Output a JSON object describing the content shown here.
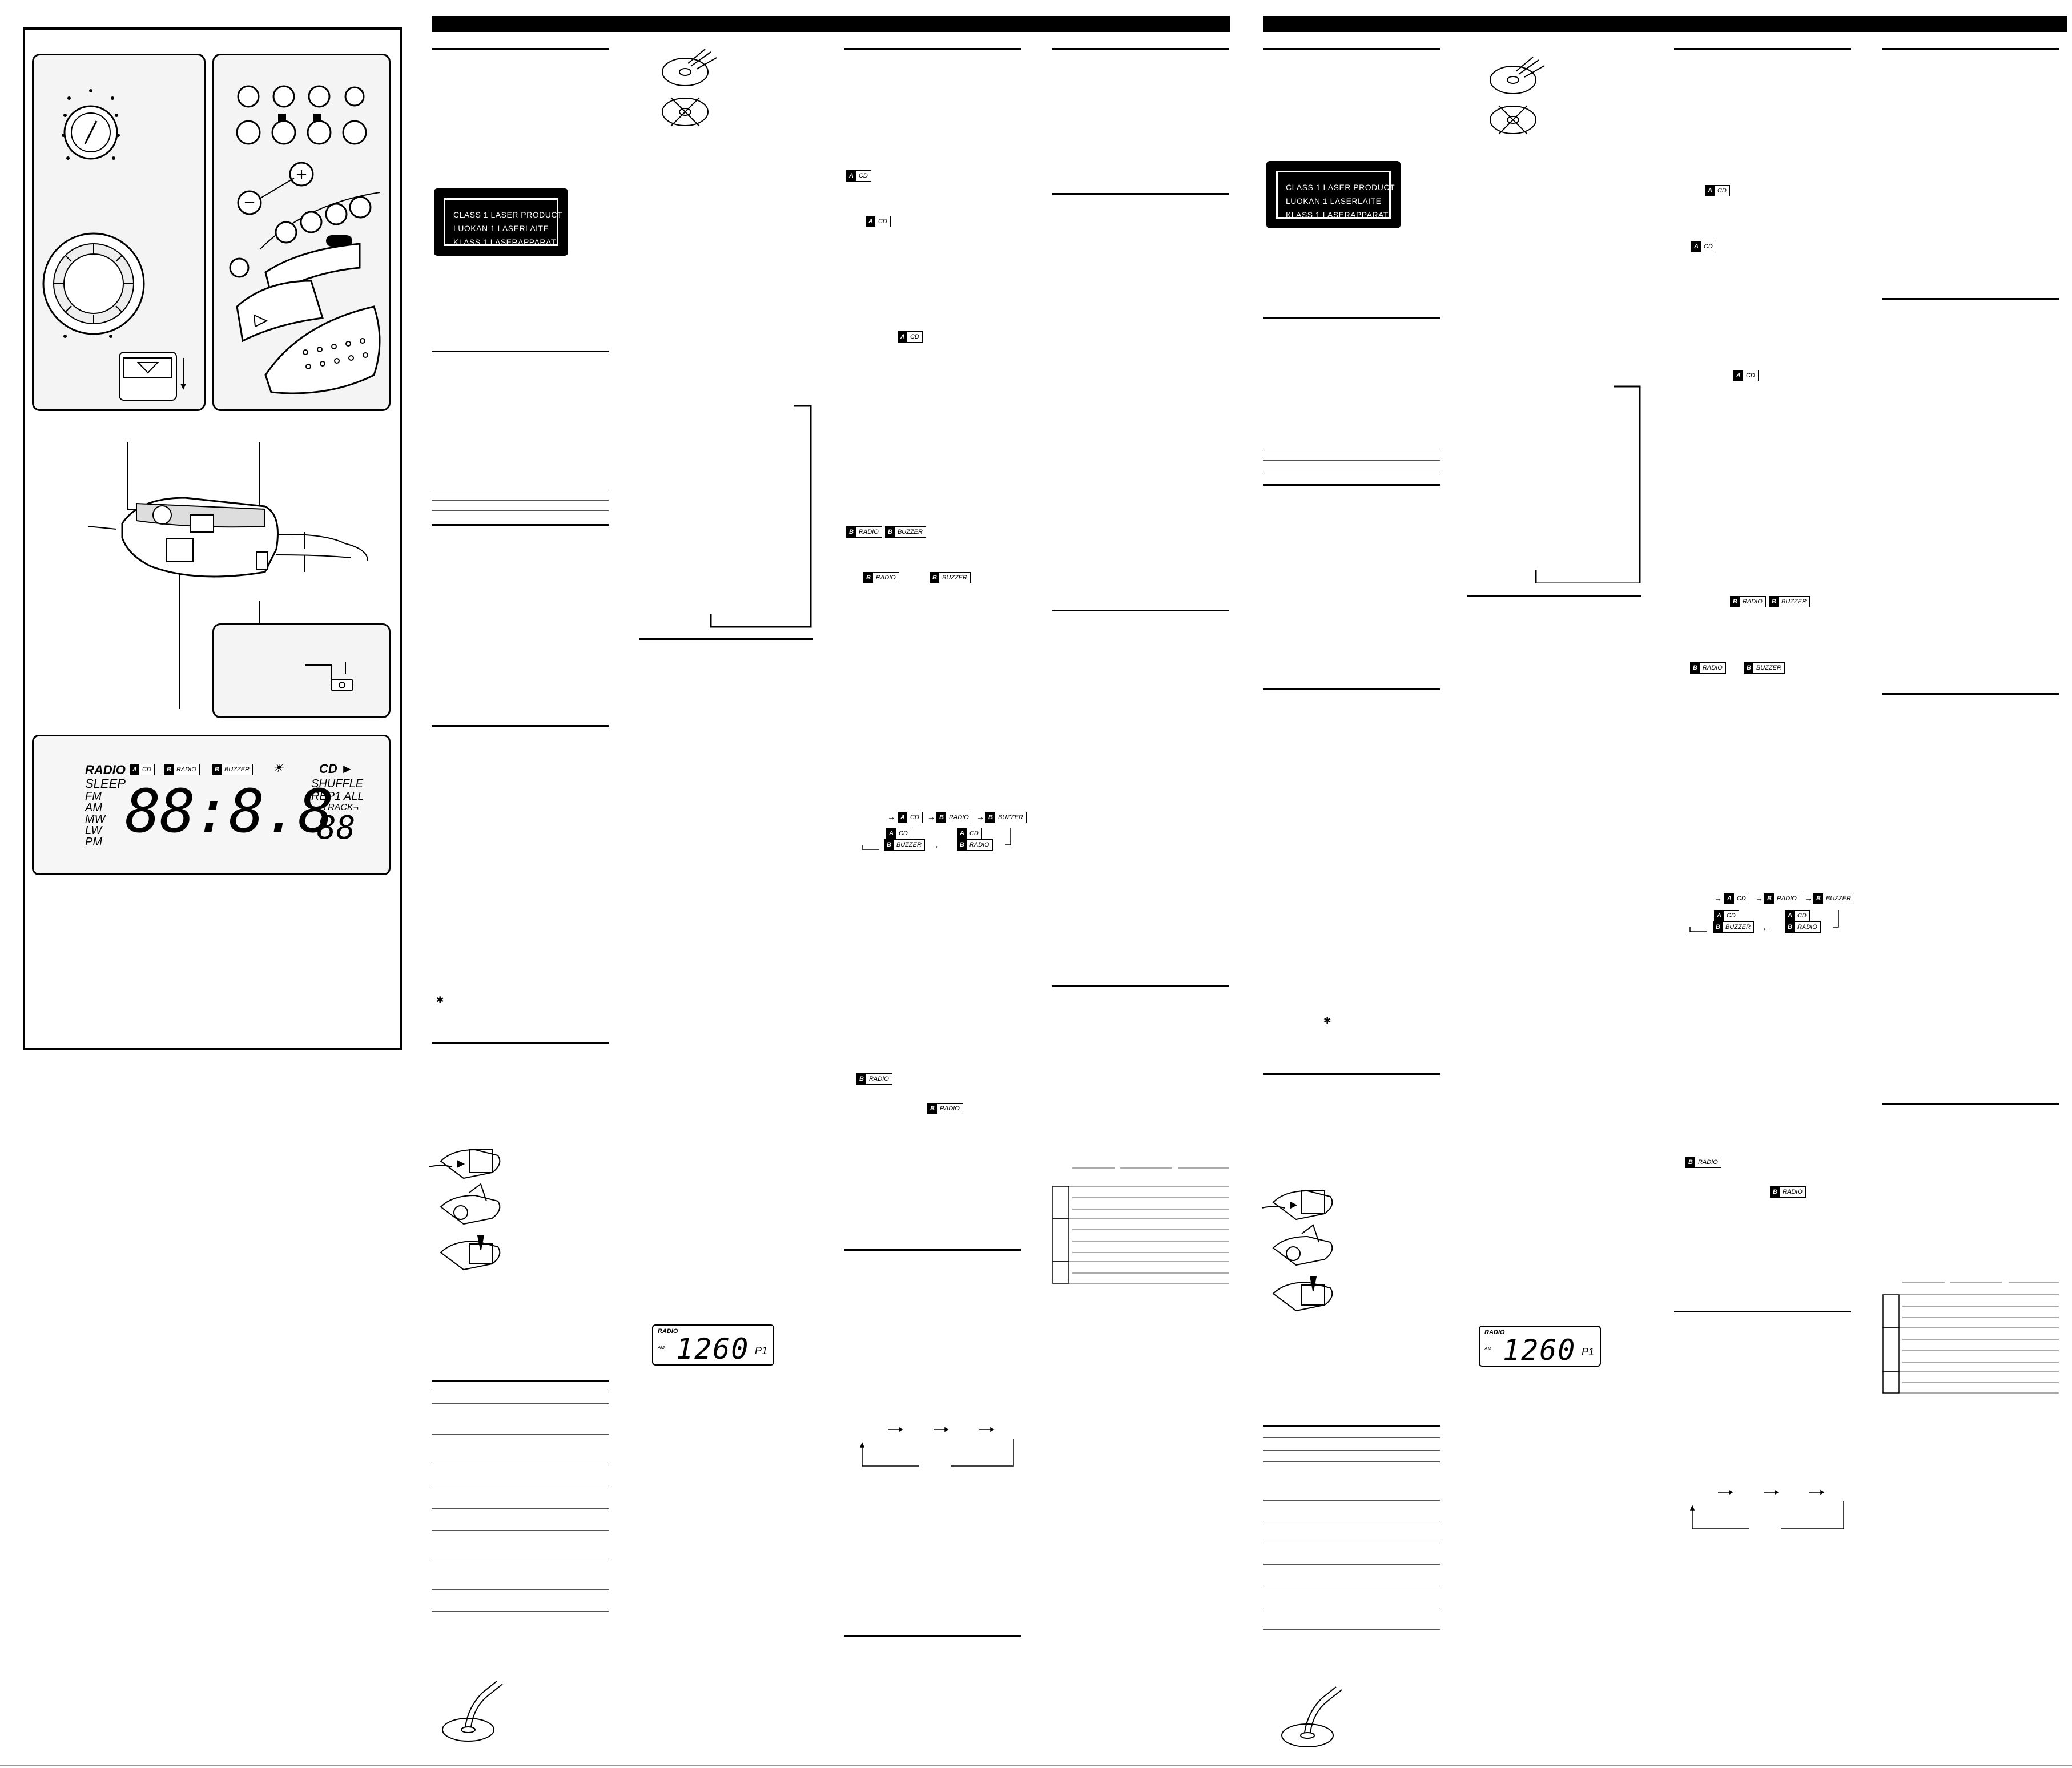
{
  "laser_label": {
    "lines": [
      "CLASS 1 LASER PRODUCT",
      "LUOKAN 1 LASERLAITE",
      "KLASS 1 LASERAPPARAT"
    ]
  },
  "display_indicators": {
    "radio": "RADIO",
    "alarm_a": "A",
    "alarm_a_cd": "CD",
    "alarm_b1": "B",
    "alarm_b_radio": "RADIO",
    "alarm_b2": "B",
    "alarm_b_buzzer": "BUZZER",
    "cd_play": "CD ►",
    "sleep": "SLEEP",
    "fm": "FM",
    "am": "AM",
    "mw": "MW",
    "lw": "LW",
    "pm": "PM",
    "shuffle": "SHUFFLE",
    "repeat": "REP1 ALL",
    "track": "⌐TRACK¬",
    "main_digits": "88:8.8",
    "track_digits": "88"
  },
  "radio_display": {
    "band_top": "RADIO",
    "band_left": "AM",
    "frequency": "1260",
    "preset": "P1"
  },
  "alarm_tags": {
    "a_key": "A",
    "cd": "CD",
    "b_key": "B",
    "radio": "RADIO",
    "buzzer": "BUZZER"
  },
  "asterisk": "✱",
  "colors": {
    "ink": "#000000",
    "paper": "#ffffff",
    "panel": "#f4f4f4"
  }
}
